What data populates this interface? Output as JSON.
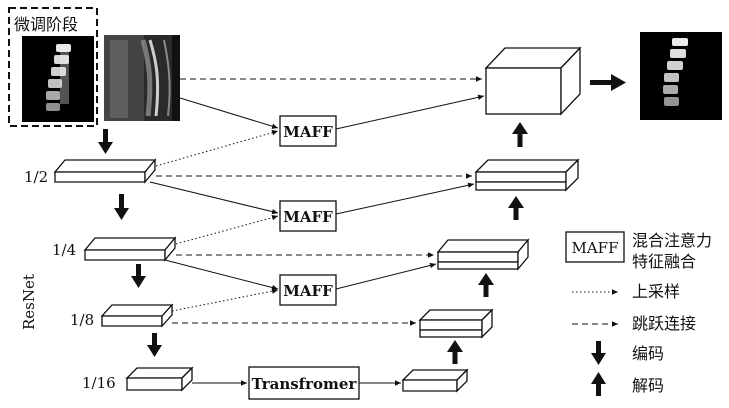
{
  "title_box": {
    "label": "微调阶段"
  },
  "scales": [
    "1/2",
    "1/4",
    "1/8",
    "1/16"
  ],
  "backbone_label": "ResNet",
  "module_labels": {
    "maff": "MAFF",
    "transformer": "Transfromer"
  },
  "legend": {
    "maff_key": "MAFF",
    "maff_desc_line1": "混合注意力",
    "maff_desc_line2": "特征融合",
    "upsample": "上采样",
    "skip": "跳跃连接",
    "encode": "编码",
    "decode": "解码"
  },
  "colors": {
    "stroke": "#111111",
    "fill": "#ffffff",
    "ct_bg": "#1c1c1c",
    "mask_bg": "#000000"
  }
}
